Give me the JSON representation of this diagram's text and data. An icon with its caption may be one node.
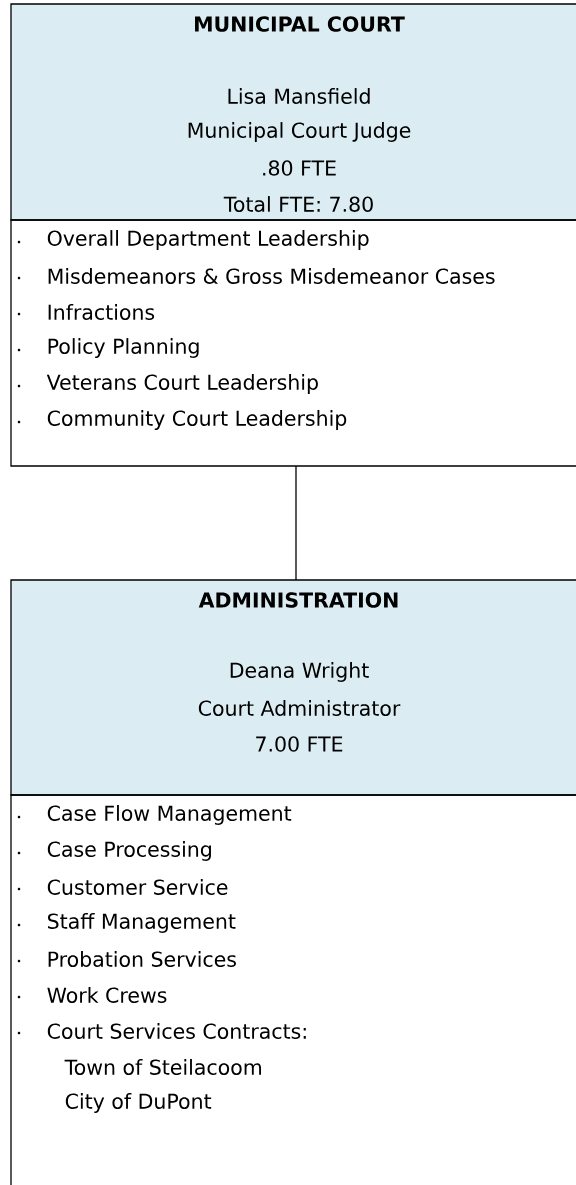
{
  "diagram": {
    "nodes": [
      {
        "text": [
          "MUNICIPAL COURT",
          "Lisa Mansfield",
          "Municipal Court Judge",
          ".80 FTE",
          "Total FTE: 7.80"
        ]
      },
      {
        "text": [
          "Overall Department Leadership",
          "Misdemeanors & Gross Misdemeanor Cases",
          "Infractions",
          "Policy Planning",
          "Veterans Court Leadership",
          "Community Court Leadership"
        ]
      },
      {
        "text": [
          "ADMINISTRATION",
          "Deana Wright",
          "Court Administrator",
          "7.00 FTE"
        ]
      },
      {
        "text": [
          "Case Flow Management",
          "Case Processing",
          "Customer Service",
          "Staff Management",
          "Probation Services",
          "Work Crews",
          "Court Services Contracts:",
          "Town of Steilacoom",
          "City of DuPont"
        ]
      }
    ],
    "edges": [
      {
        "from": 1,
        "to": 2,
        "arrow": "none"
      }
    ]
  }
}
